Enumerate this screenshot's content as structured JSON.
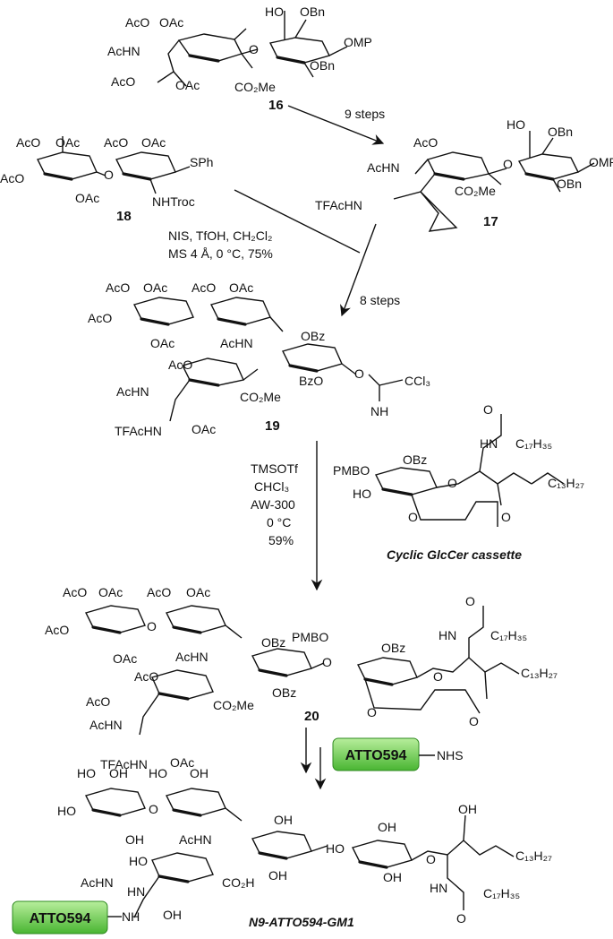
{
  "compounds": {
    "c16": "16",
    "c17": "17",
    "c18": "18",
    "c19": "19",
    "c20": "20",
    "final": "N9-ATTO594-GM1",
    "cassette": "Cyclic GlcCer cassette"
  },
  "labels": {
    "AcO": "AcO",
    "OAc": "OAc",
    "AcHN": "AcHN",
    "HO": "HO",
    "OBn": "OBn",
    "OMP": "OMP",
    "CO2Me": "CO₂Me",
    "TFAcHN": "TFAcHN",
    "OBz": "OBz",
    "BzO": "BzO",
    "SPh": "SPh",
    "NHTroc": "NHTroc",
    "CCl3": "CCl₃",
    "NH": "NH",
    "HN": "HN",
    "PMBO": "PMBO",
    "PMBO2": "PMBO",
    "C17H35": "C₁₇H₃₅",
    "C13H27": "C₁₃H₂₇",
    "O": "O",
    "OH": "OH",
    "CO2H": "CO₂H",
    "NHS": "NHS"
  },
  "conditions": {
    "steps9": "9 steps",
    "steps8": "8 steps",
    "glyco1_a": "NIS, TfOH, CH₂Cl₂",
    "glyco1_b": "MS 4 Å, 0 °C, 75%",
    "glyco2_a": "TMSOTf",
    "glyco2_b": "CHCl₃",
    "glyco2_c": "AW-300",
    "glyco2_d": "0 °C",
    "glyco2_e": "59%"
  },
  "tags": {
    "atto1": "ATTO594",
    "atto2": "ATTO594"
  },
  "colors": {
    "tag_fill_top": "#9be07a",
    "tag_fill_bottom": "#3fae2a",
    "tag_border": "#2f8a20"
  }
}
